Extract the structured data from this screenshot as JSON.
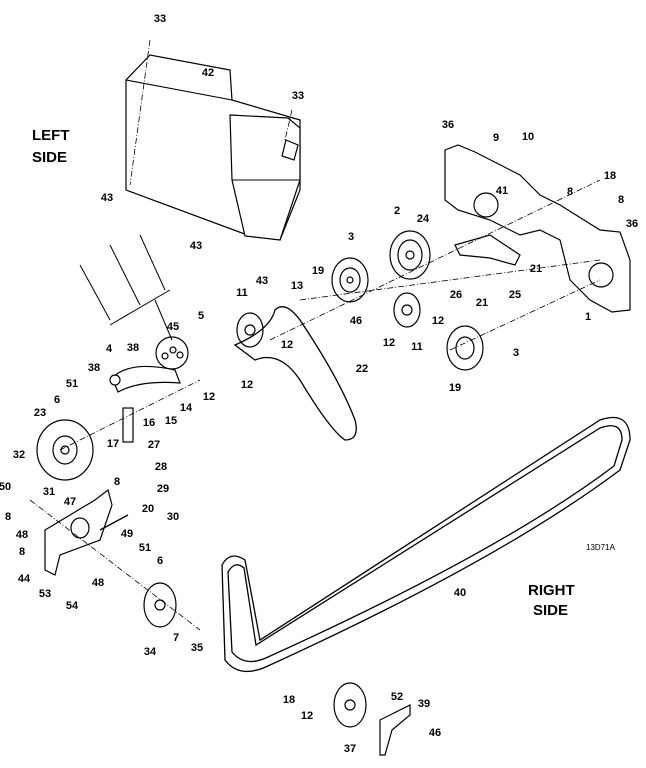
{
  "diagram": {
    "side_labels": {
      "left_line1": "LEFT",
      "left_line2": "SIDE",
      "right_line1": "RIGHT",
      "right_line2": "SIDE"
    },
    "drawing_code": "13D71A",
    "callouts": [
      "33",
      "42",
      "33",
      "43",
      "43",
      "43",
      "36",
      "9",
      "10",
      "18",
      "8",
      "8",
      "36",
      "41",
      "2",
      "24",
      "3",
      "21",
      "26",
      "25",
      "21",
      "1",
      "13",
      "19",
      "11",
      "5",
      "45",
      "46",
      "12",
      "11",
      "12",
      "12",
      "3",
      "19",
      "22",
      "12",
      "12",
      "4",
      "38",
      "38",
      "51",
      "6",
      "14",
      "15",
      "16",
      "23",
      "17",
      "27",
      "28",
      "32",
      "31",
      "29",
      "50",
      "8",
      "8",
      "20",
      "47",
      "30",
      "48",
      "49",
      "8",
      "51",
      "6",
      "44",
      "48",
      "53",
      "54",
      "40",
      "34",
      "7",
      "35",
      "18",
      "12",
      "52",
      "39",
      "46",
      "37"
    ]
  }
}
